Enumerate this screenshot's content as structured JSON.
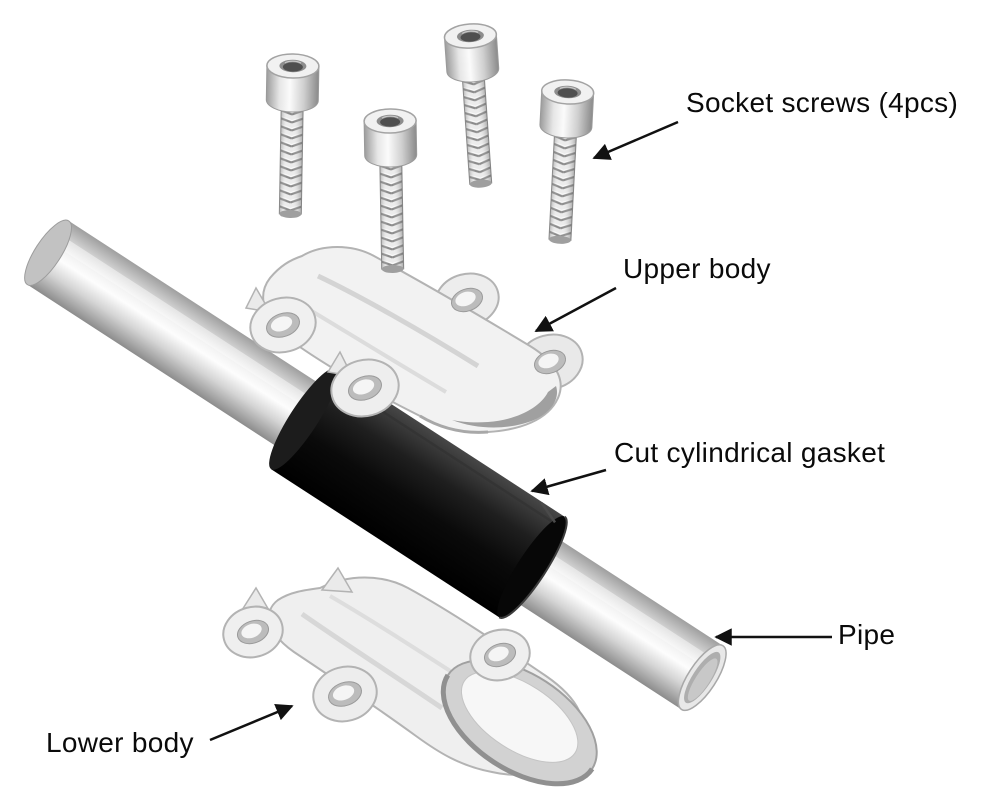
{
  "diagram": {
    "type": "exploded-assembly",
    "parts": [
      {
        "id": "socket-screws",
        "label": "Socket screws (4pcs)",
        "quantity": 4
      },
      {
        "id": "upper-body",
        "label": "Upper body"
      },
      {
        "id": "cut-cylindrical-gasket",
        "label": "Cut cylindrical gasket"
      },
      {
        "id": "pipe",
        "label": "Pipe"
      },
      {
        "id": "lower-body",
        "label": "Lower body"
      }
    ],
    "colors": {
      "background": "#ffffff",
      "text": "#0a0a0a",
      "arrow": "#111111",
      "gasket": "#0a0a0a",
      "metal_light": "#f2f2f2",
      "metal_mid": "#c9c9c9",
      "metal_dark": "#8f8f8f"
    }
  }
}
